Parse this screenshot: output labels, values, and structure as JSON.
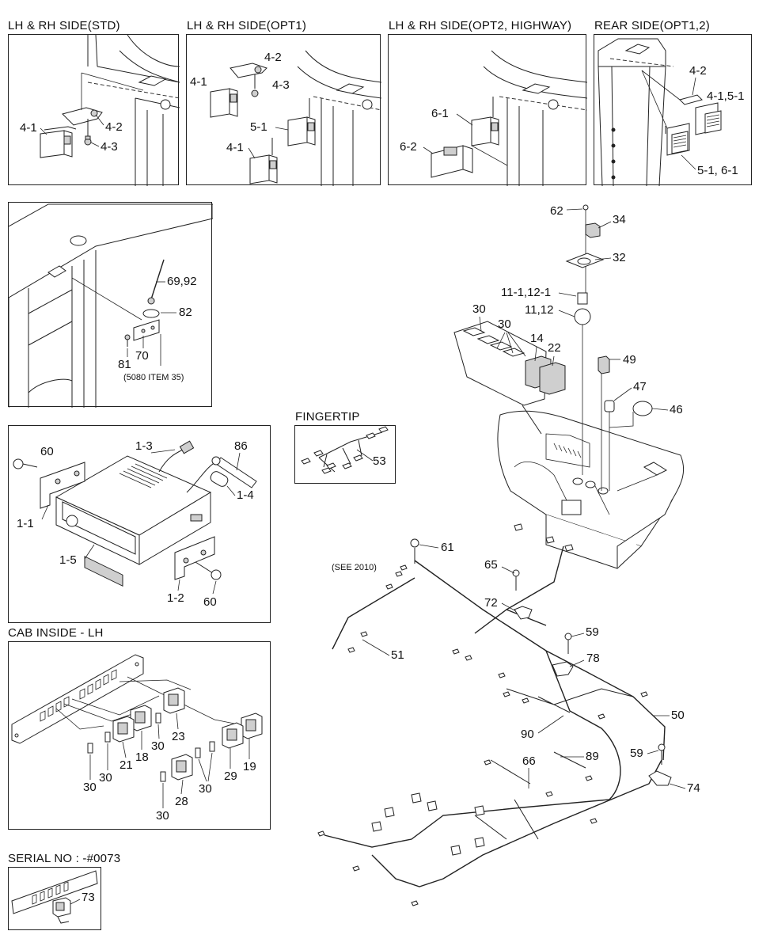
{
  "panel_titles": {
    "std": "LH & RH SIDE(STD)",
    "opt1": "LH & RH SIDE(OPT1)",
    "opt2": "LH & RH SIDE(OPT2, HIGHWAY)",
    "rear": "REAR SIDE(OPT1,2)",
    "fingertip": "FINGERTIP",
    "cab_inside": "CAB INSIDE - LH",
    "serial": "SERIAL NO : -#0073"
  },
  "std_labels": {
    "a": "4-1",
    "b": "4-2",
    "c": "4-3"
  },
  "opt1_labels": {
    "a": "4-2",
    "b": "4-1",
    "c": "4-3",
    "d": "5-1",
    "e": "4-1"
  },
  "opt2_labels": {
    "a": "6-1",
    "b": "6-2"
  },
  "rear_labels": {
    "a": "4-2",
    "b": "4-1,5-1",
    "c": "5-1, 6-1"
  },
  "antenna_labels": {
    "a": "69,92",
    "b": "82",
    "c": "70",
    "d": "81",
    "e": "(5080 ITEM 35)"
  },
  "radio_labels": {
    "a": "60",
    "b": "1-3",
    "c": "86",
    "d": "1-4",
    "e": "1-1",
    "f": "1-5",
    "g": "1-2",
    "h": "60"
  },
  "fingertip_labels": {
    "a": "53"
  },
  "cab_labels": {
    "a": "23",
    "b": "30",
    "c": "18",
    "d": "21",
    "e": "30",
    "f": "30",
    "g": "19",
    "h": "29",
    "i": "30",
    "j": "28",
    "k": "30"
  },
  "serial_labels": {
    "a": "73"
  },
  "main_labels": {
    "l62": "62",
    "l34": "34",
    "l32": "32",
    "l1112a": "11-1,12-1",
    "l1112b": "11,12",
    "l30a": "30",
    "l30b": "30",
    "l14": "14",
    "l22": "22",
    "l49": "49",
    "l47": "47",
    "l46": "46",
    "l61": "61",
    "see2010": "(SEE 2010)",
    "l65": "65",
    "l72": "72",
    "l59a": "59",
    "l78": "78",
    "l51": "51",
    "l50": "50",
    "l90": "90",
    "l66": "66",
    "l89": "89",
    "l59b": "59",
    "l74": "74"
  }
}
